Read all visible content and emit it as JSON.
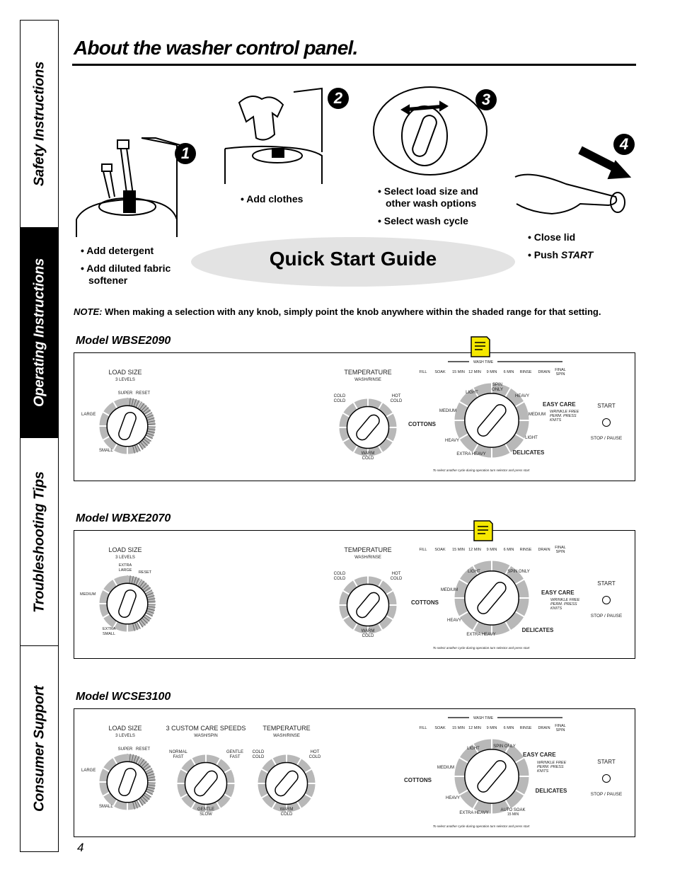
{
  "sidebar": {
    "tabs": [
      {
        "label": "Safety Instructions",
        "active": false
      },
      {
        "label": "Operating Instructions",
        "active": true
      },
      {
        "label": "Troubleshooting Tips",
        "active": false
      },
      {
        "label": "Consumer Support",
        "active": false
      }
    ]
  },
  "page_title": "About the washer control panel.",
  "quick_start": {
    "title": "Quick Start Guide",
    "steps": [
      {
        "number": "1",
        "lines": [
          "• Add detergent",
          "• Add diluted fabric",
          "softener"
        ]
      },
      {
        "number": "2",
        "lines": [
          "• Add clothes"
        ]
      },
      {
        "number": "3",
        "lines": [
          "• Select load size and",
          "other wash options",
          "• Select wash cycle"
        ]
      },
      {
        "number": "4",
        "lines": [
          "• Close lid",
          "• Push",
          "START"
        ]
      }
    ]
  },
  "note": {
    "prefix": "NOTE:",
    "text": "When making a selection with any knob, simply point the knob anywhere within the shaded range for that setting."
  },
  "models": [
    {
      "name": "Model WBSE2090",
      "load_size": {
        "title": "LOAD SIZE",
        "sub": "3 LEVELS",
        "labels": [
          "SUPER",
          "RESET",
          "LARGE",
          "SMALL"
        ]
      },
      "temperature": {
        "title": "TEMPERATURE",
        "sub": "WASH/RINSE",
        "labels": [
          "COLD",
          "COLD",
          "HOT",
          "COLD",
          "WARM",
          "COLD"
        ]
      },
      "wash_time": "WASH TIME",
      "timeline": [
        "FILL",
        "SOAK",
        "15 MIN",
        "12 MIN",
        "9 MIN",
        "6 MIN",
        "RINSE",
        "DRAIN",
        "FINAL",
        "SPIN"
      ],
      "cycle_labels": [
        "LIGHT",
        "SPIN",
        "ONLY",
        "HEAVY",
        "MEDIUM",
        "COTTONS",
        "HEAVY",
        "EXTRA HEAVY",
        "DELICATES",
        "LIGHT",
        "MEDIUM",
        "EASY CARE",
        "WRINKLE FREE",
        "PERM. PRESS",
        "KNITS"
      ],
      "start": "START",
      "stop": "STOP / PAUSE",
      "footnote": "To select another cycle during operation turn selector and press start"
    },
    {
      "name": "Model WBXE2070",
      "load_size": {
        "title": "LOAD SIZE",
        "sub": "3 LEVELS",
        "labels": [
          "EXTRA",
          "LARGE",
          "RESET",
          "MEDIUM",
          "EXTRA",
          "SMALL"
        ]
      },
      "temperature": {
        "title": "TEMPERATURE",
        "sub": "WASH/RINSE",
        "labels": [
          "COLD",
          "COLD",
          "HOT",
          "COLD",
          "WARM",
          "COLD"
        ]
      },
      "timeline": [
        "FILL",
        "SOAK",
        "15 MIN",
        "12 MIN",
        "9 MIN",
        "6 MIN",
        "RINSE",
        "DRAIN",
        "FINAL",
        "SPIN"
      ],
      "cycle_labels": [
        "LIGHT",
        "SPIN ONLY",
        "MEDIUM",
        "COTTONS",
        "HEAVY",
        "EXTRA HEAVY",
        "DELICATES",
        "EASY CARE",
        "WRINKLE FREE",
        "PERM. PRESS",
        "KNITS"
      ],
      "start": "START",
      "stop": "STOP / PAUSE",
      "footnote": "To select another cycle during operation turn selector and press start"
    },
    {
      "name": "Model WCSE3100",
      "load_size": {
        "title": "LOAD SIZE",
        "sub": "3 LEVELS",
        "labels": [
          "SUPER",
          "RESET",
          "LARGE",
          "SMALL"
        ]
      },
      "custom_care": {
        "title": "3 CUSTOM CARE SPEEDS",
        "sub": "WASH/SPIN",
        "labels": [
          "NORMAL",
          "FAST",
          "GENTLE",
          "FAST",
          "GENTLE",
          "SLOW"
        ]
      },
      "temperature": {
        "title": "TEMPERATURE",
        "sub": "WASH/RINSE",
        "labels": [
          "COLD",
          "COLD",
          "HOT",
          "COLD",
          "WARM",
          "COLD"
        ]
      },
      "wash_time": "WASH TIME",
      "timeline": [
        "FILL",
        "SOAK",
        "15 MIN",
        "12 MIN",
        "9 MIN",
        "6 MIN",
        "RINSE",
        "DRAIN",
        "FINAL",
        "SPIN"
      ],
      "cycle_labels": [
        "LIGHT",
        "SPIN ONLY",
        "MEDIUM",
        "COTTONS",
        "HEAVY",
        "EXTRA HEAVY",
        "AUTO SOAK",
        "15 MIN",
        "DELICATES",
        "EASY CARE",
        "WRINKLE FREE",
        "PERM. PRESS",
        "KNITS"
      ],
      "start": "START",
      "stop": "STOP / PAUSE",
      "footnote": "To select another cycle during operation turn selector and press start"
    }
  ],
  "page_number": "4",
  "colors": {
    "tab_active_bg": "#000000",
    "oval_bg": "#e3e3e3",
    "knob_gray": "#b8b8b8",
    "note_icon": "#f5e800"
  }
}
